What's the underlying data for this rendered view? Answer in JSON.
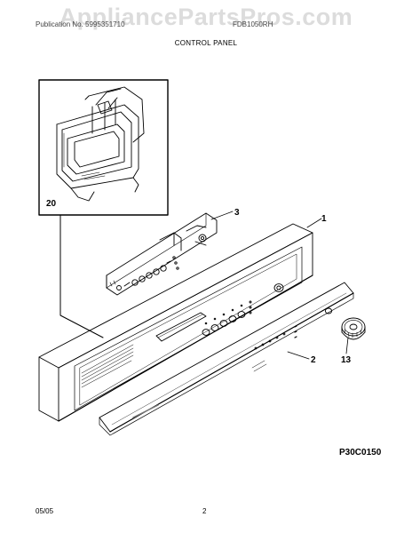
{
  "watermark": "AppliancePartsPros.com",
  "header": {
    "left_text": "Publication No. 5995351710",
    "right_text": "FDB1050RH",
    "section_title": "CONTROL PANEL"
  },
  "callouts": {
    "c1": "1",
    "c2": "2",
    "c3": "3",
    "c13": "13",
    "c20": "20"
  },
  "diagram_code": "P30C0150",
  "footer": {
    "date": "05/05",
    "page": "2"
  }
}
